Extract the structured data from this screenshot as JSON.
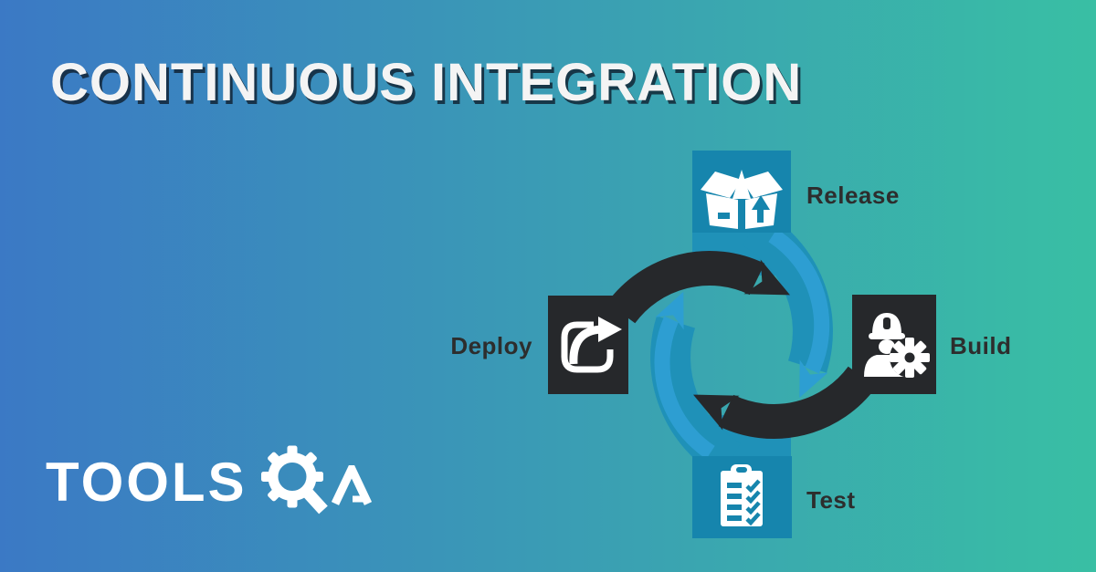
{
  "title": "CONTINUOUS INTEGRATION",
  "logo": {
    "text_left": "TOOLS",
    "text_right": "A",
    "gear_icon": "gear-magnifier-icon"
  },
  "diagram": {
    "type": "cycle",
    "direction": "clockwise",
    "nodes": [
      {
        "id": "release",
        "label": "Release",
        "icon": "open-box-icon",
        "style": "teal",
        "position": "top"
      },
      {
        "id": "build",
        "label": "Build",
        "icon": "worker-gear-icon",
        "style": "dark",
        "position": "right"
      },
      {
        "id": "test",
        "label": "Test",
        "icon": "clipboard-checklist-icon",
        "style": "teal",
        "position": "bottom"
      },
      {
        "id": "deploy",
        "label": "Deploy",
        "icon": "share-arrow-icon",
        "style": "dark",
        "position": "left"
      }
    ]
  },
  "colors": {
    "bg_gradient_start": "#3b79c5",
    "bg_gradient_end": "#39bfa4",
    "node_teal": "#1685ad",
    "node_dark": "#26282b",
    "band_teal": "#1f91b8",
    "arrow_blue": "#2d9ed2",
    "label_color": "#2d2d2d",
    "title_color": "#f4f4f4",
    "title_shadow": "rgba(15,30,45,0.8)"
  }
}
